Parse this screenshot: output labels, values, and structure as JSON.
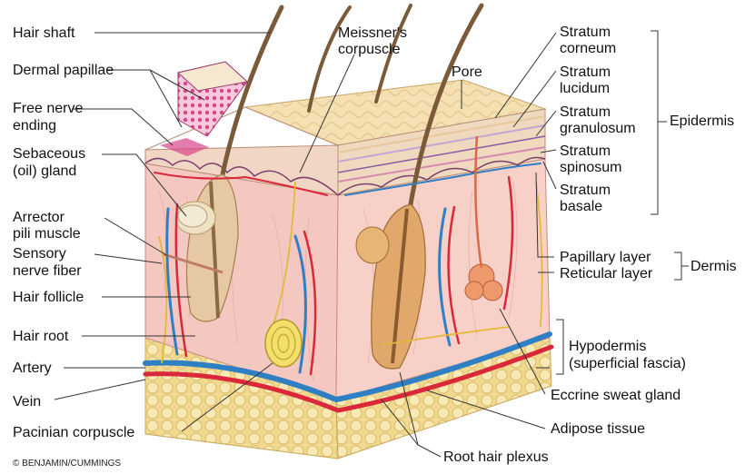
{
  "labels": {
    "hair_shaft": "Hair shaft",
    "dermal_papillae": "Dermal papillae",
    "free_nerve_ending": [
      "Free nerve",
      "ending"
    ],
    "sebaceous_gland": [
      "Sebaceous",
      "(oil) gland"
    ],
    "arrector_pili": [
      "Arrector",
      "pili muscle"
    ],
    "sensory_nerve": [
      "Sensory",
      "nerve fiber"
    ],
    "hair_follicle": "Hair follicle",
    "hair_root": "Hair root",
    "artery": "Artery",
    "vein": "Vein",
    "pacinian_corpuscle": "Pacinian corpuscle",
    "meissners_corpuscle": [
      "Meissner's",
      "corpuscle"
    ],
    "pore": "Pore",
    "stratum_corneum": [
      "Stratum",
      "corneum"
    ],
    "stratum_lucidum": [
      "Stratum",
      "lucidum"
    ],
    "stratum_granulosum": [
      "Stratum",
      "granulosum"
    ],
    "stratum_spinosum": [
      "Stratum",
      "spinosum"
    ],
    "stratum_basale": [
      "Stratum",
      "basale"
    ],
    "epidermis": "Epidermis",
    "papillary_layer": "Papillary layer",
    "reticular_layer": "Reticular layer",
    "dermis": "Dermis",
    "hypodermis": [
      "Hypodermis",
      "(superficial fascia)"
    ],
    "eccrine_sweat_gland": "Eccrine sweat gland",
    "adipose_tissue": "Adipose tissue",
    "root_hair_plexus": "Root hair plexus"
  },
  "credit": "© BENJAMIN/CUMMINGS",
  "colors": {
    "epidermis_surface": "#f3deb0",
    "dermis": "#f4c4bf",
    "hypodermis_fat": "#f6e2a0",
    "artery": "#d8283a",
    "vein": "#2f7fc4",
    "nerve": "#e8c23a",
    "hair": "#8a6a45",
    "leader_line": "#333333"
  }
}
